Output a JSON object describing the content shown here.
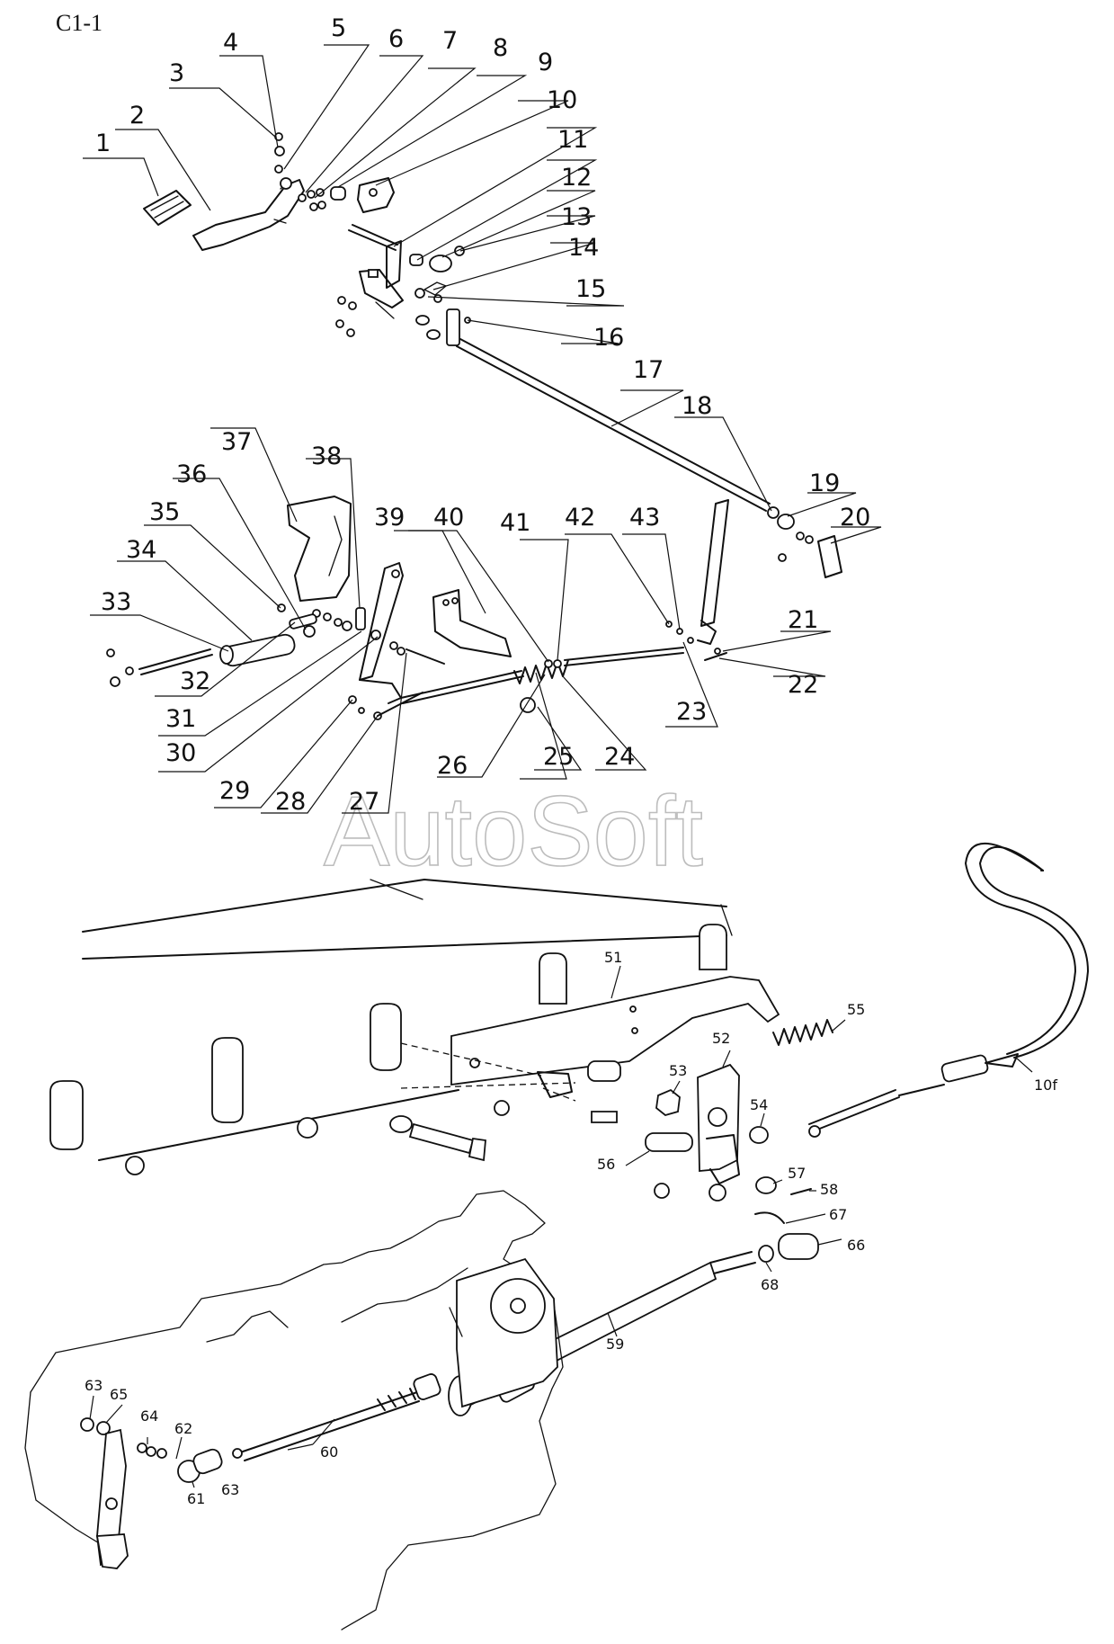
{
  "sheet_code": "C1-1",
  "watermark": "AutoSoft",
  "upper_callouts": [
    "1",
    "2",
    "3",
    "4",
    "5",
    "6",
    "7",
    "8",
    "9",
    "10",
    "11",
    "12",
    "13",
    "14",
    "15",
    "16",
    "17",
    "18",
    "19",
    "20",
    "21",
    "22",
    "23",
    "24",
    "25",
    "26",
    "27",
    "28",
    "29",
    "30",
    "31",
    "32",
    "33",
    "34",
    "35",
    "36",
    "37",
    "38",
    "39",
    "40",
    "41",
    "42",
    "43"
  ],
  "lower_callouts": [
    "51",
    "52",
    "53",
    "54",
    "55",
    "56",
    "57",
    "58",
    "59",
    "60",
    "61",
    "62",
    "63",
    "63",
    "64",
    "65",
    "66",
    "67",
    "68",
    "10f"
  ]
}
